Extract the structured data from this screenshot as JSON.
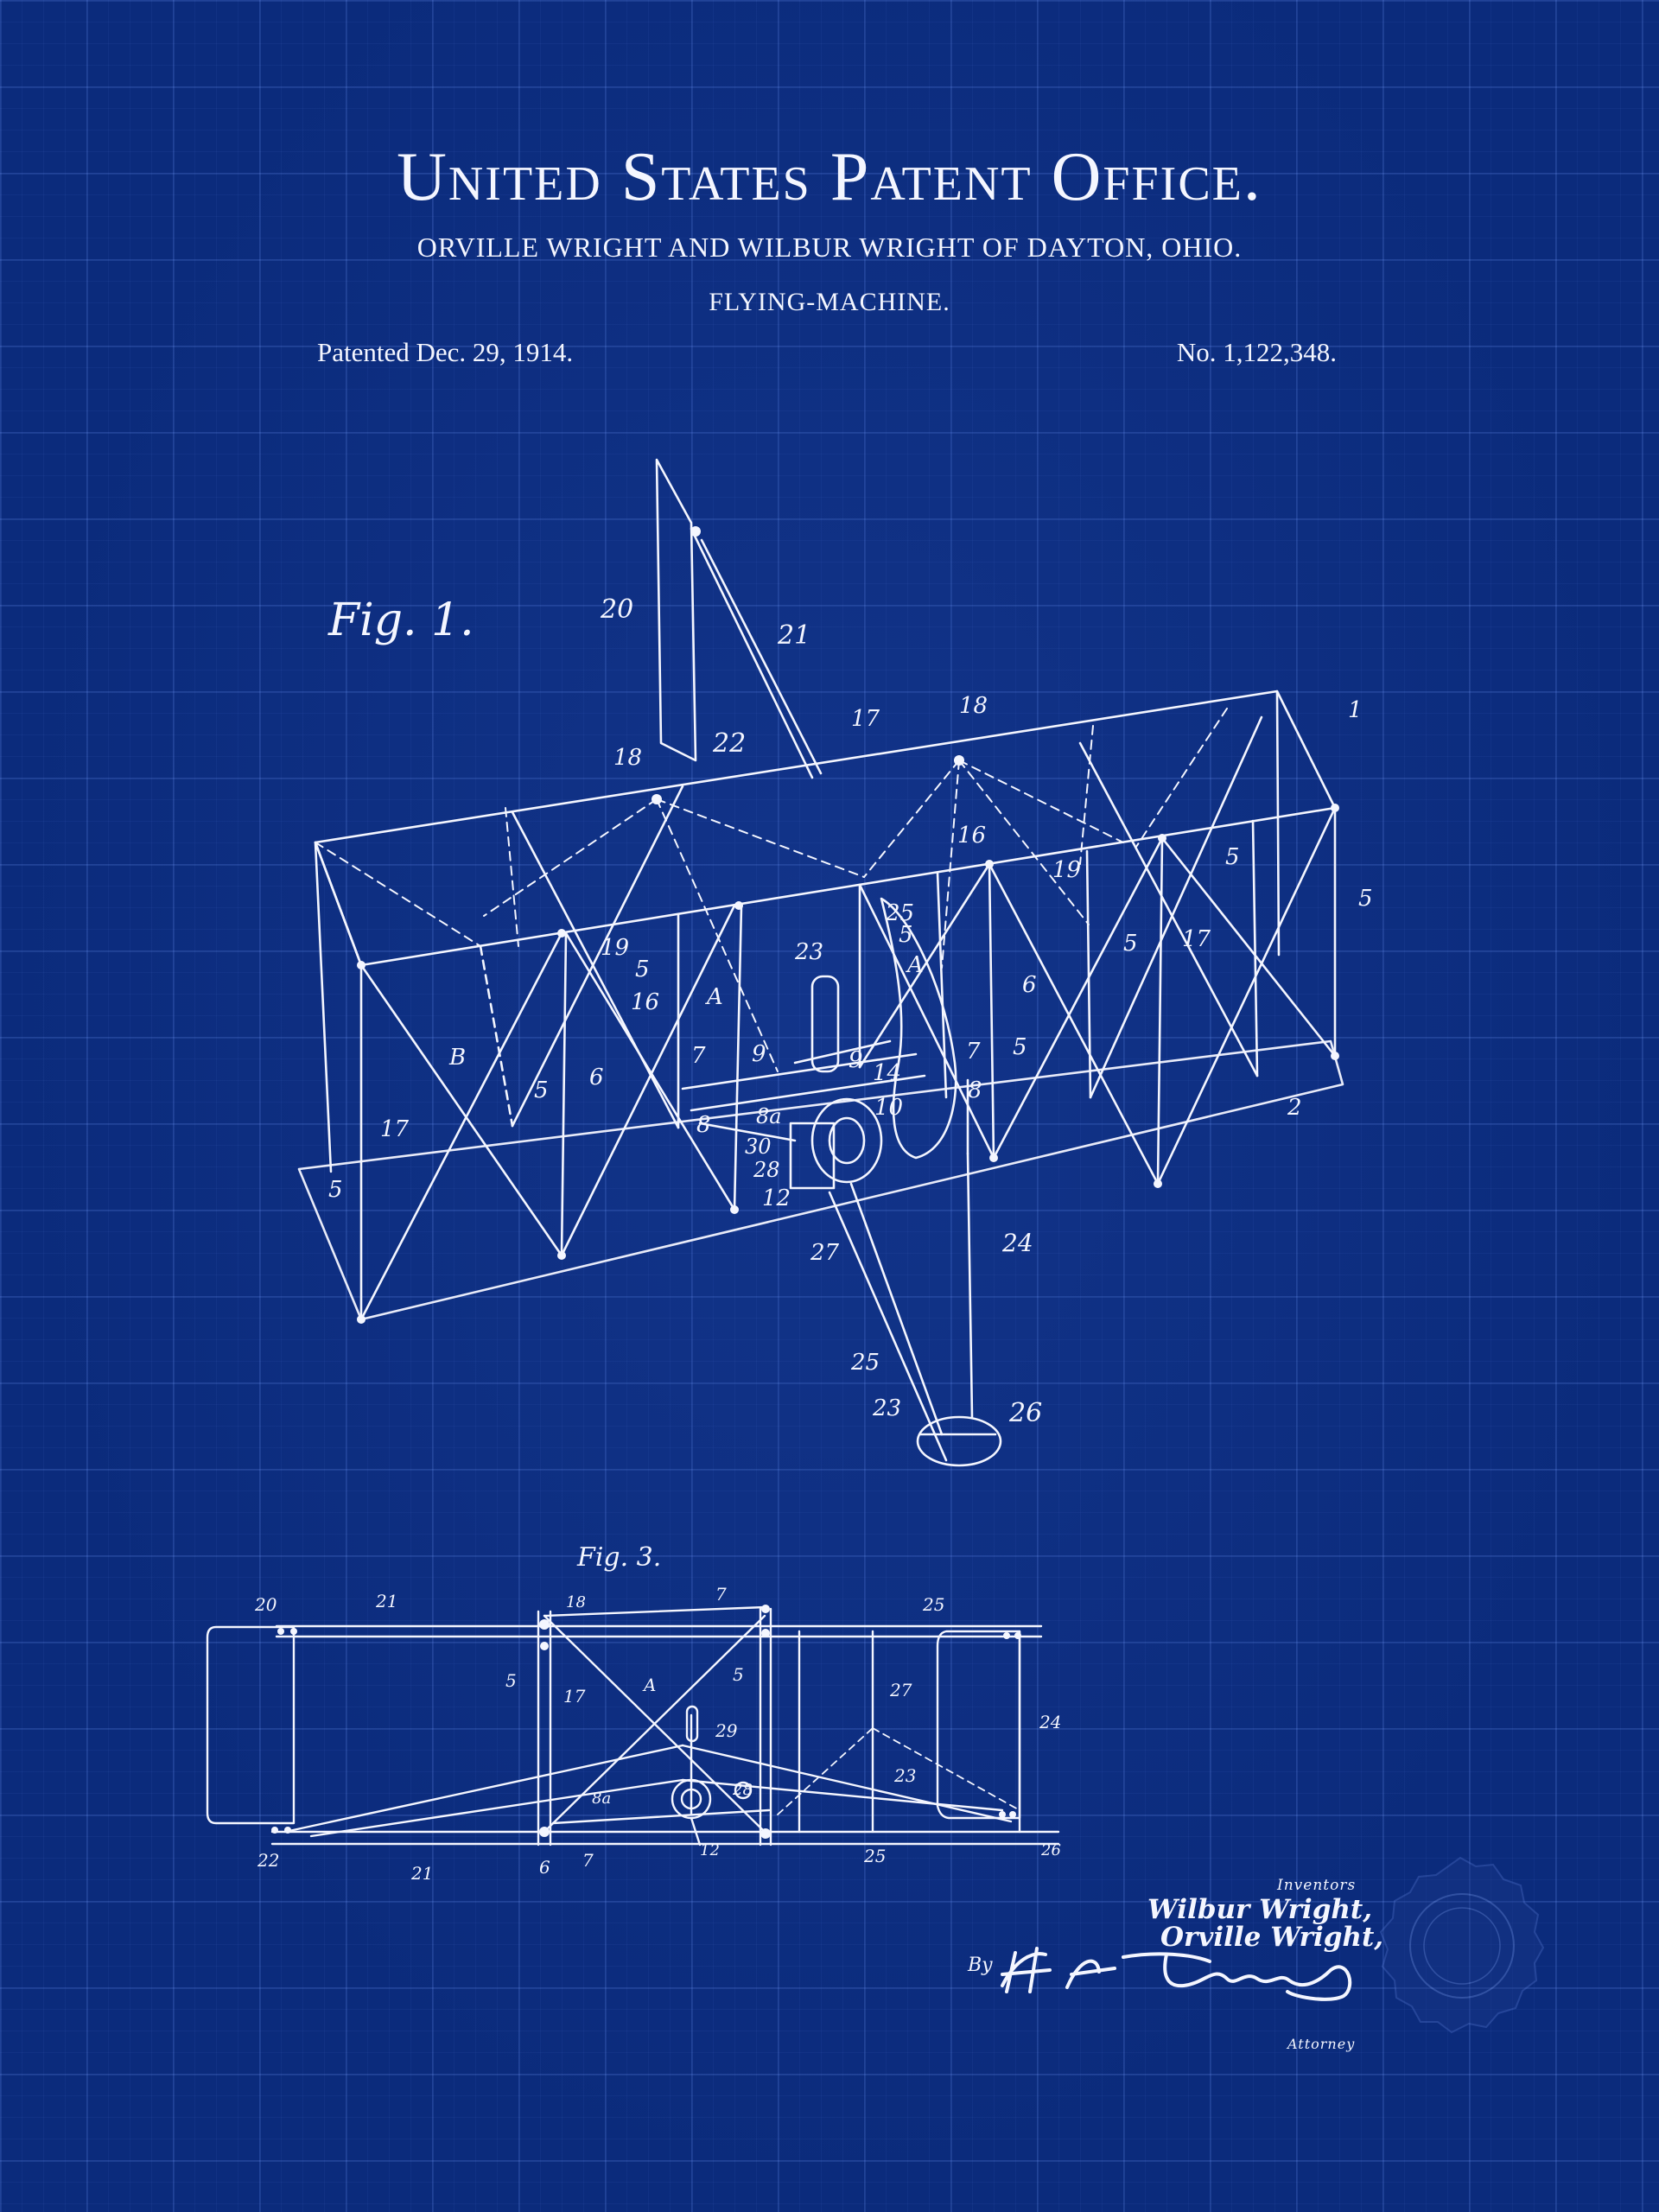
{
  "header": {
    "office_title": "United States Patent Office.",
    "inventors_line": "ORVILLE WRIGHT AND WILBUR WRIGHT OF DAYTON, OHIO.",
    "invention_title": "FLYING-MACHINE.",
    "patent_date": "Patented Dec. 29, 1914.",
    "patent_number": "No. 1,122,348."
  },
  "figure1": {
    "caption": "Fig. 1.",
    "labels": [
      "1",
      "2",
      "5",
      "5",
      "5",
      "5",
      "5",
      "5",
      "5",
      "5",
      "6",
      "6",
      "7",
      "7",
      "8",
      "8",
      "8a",
      "9",
      "9",
      "10",
      "12",
      "14",
      "16",
      "16",
      "17",
      "17",
      "17",
      "18",
      "18",
      "19",
      "19",
      "20",
      "21",
      "22",
      "23",
      "23",
      "24",
      "25",
      "25",
      "26",
      "27",
      "28",
      "30",
      "A",
      "A",
      "B"
    ]
  },
  "figure3": {
    "caption": "Fig. 3.",
    "labels": [
      "20",
      "21",
      "18",
      "7",
      "25",
      "5",
      "17",
      "A",
      "5",
      "27",
      "24",
      "29",
      "8a",
      "28",
      "23",
      "22",
      "21",
      "6",
      "7",
      "12",
      "25",
      "26"
    ]
  },
  "signatures": {
    "inventors_label": "Inventors",
    "wilbur": "Wilbur Wright,",
    "orville": "Orville Wright,",
    "by": "By",
    "attorney_label": "Attorney"
  },
  "colors": {
    "background": "#0b2b7c",
    "ink": "#f4f6ff",
    "grid": "#5a82d8"
  }
}
